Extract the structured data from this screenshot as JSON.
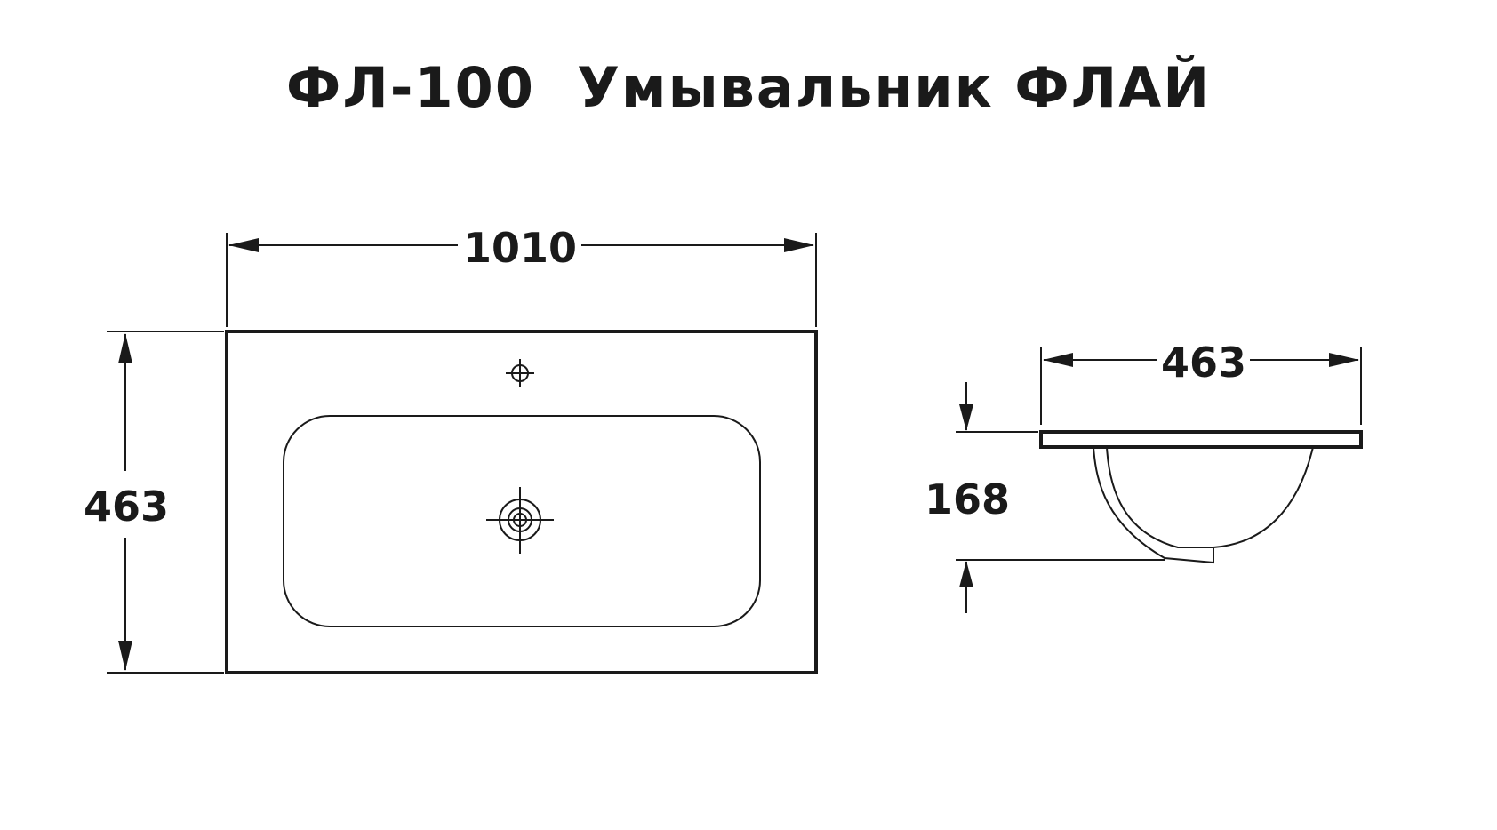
{
  "title": "ФЛ-100  Умывальник ФЛАЙ",
  "top_view": {
    "width_label": "1010",
    "depth_label": "463"
  },
  "side_view": {
    "depth_label": "463",
    "height_label": "168"
  },
  "colors": {
    "line": "#1a1a1a",
    "background": "#ffffff"
  }
}
